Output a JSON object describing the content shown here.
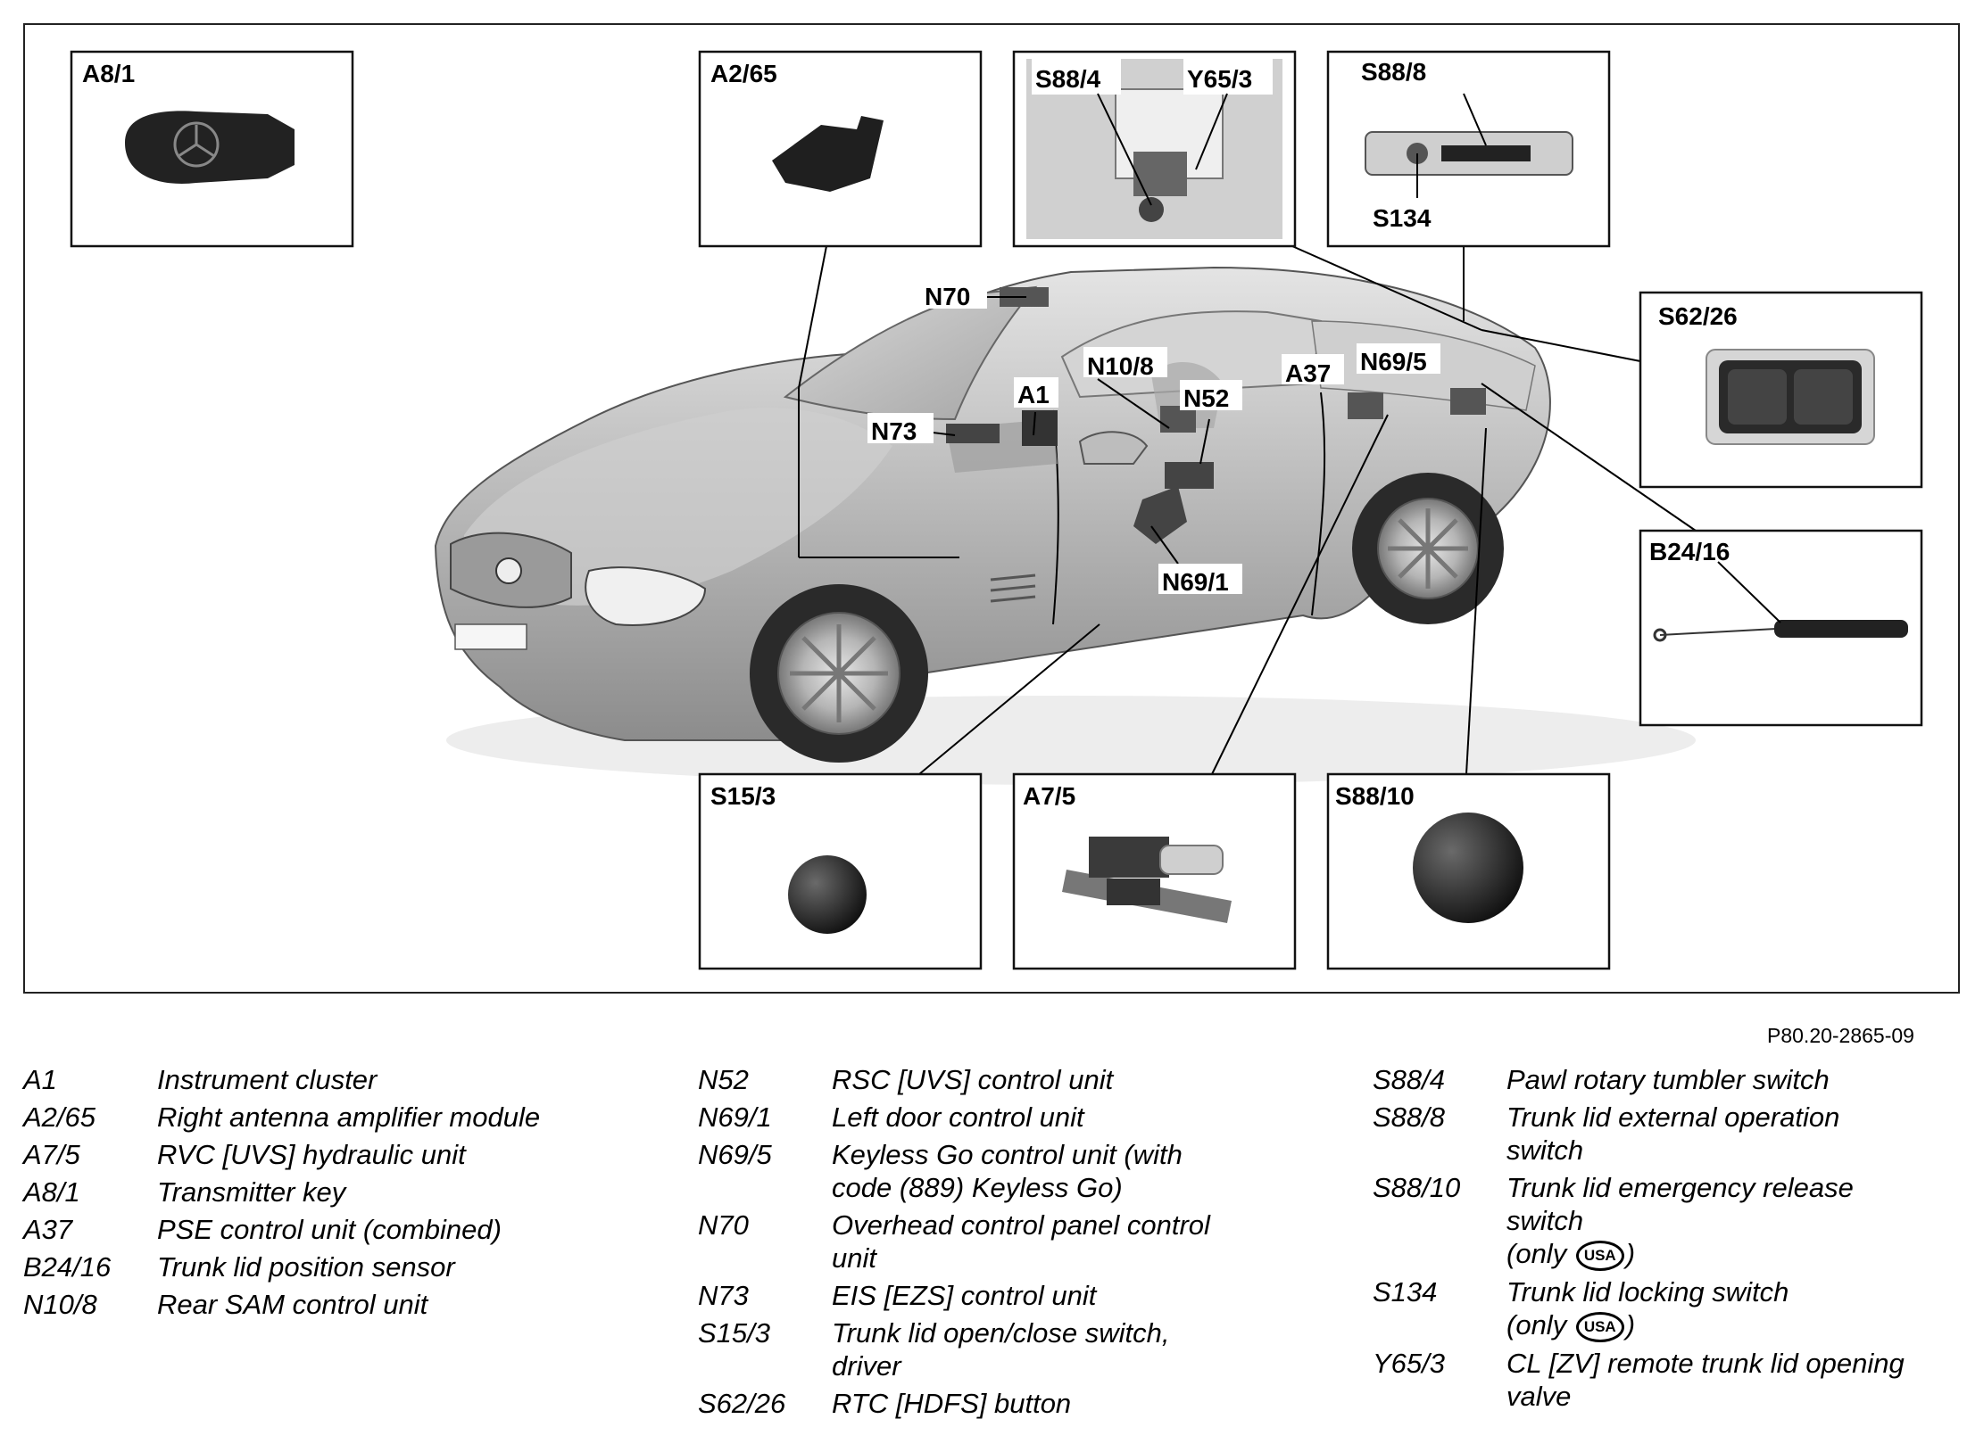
{
  "figure_ref": "P80.20-2865-09",
  "detail_labels": {
    "a8_1": "A8/1",
    "a2_65": "A2/65",
    "s88_4": "S88/4",
    "y65_3": "Y65/3",
    "s88_8": "S88/8",
    "s134": "S134",
    "s62_26": "S62/26",
    "b24_16": "B24/16",
    "s15_3": "S15/3",
    "a7_5": "A7/5",
    "s88_10": "S88/10"
  },
  "car_labels": {
    "n70": "N70",
    "n10_8": "N10/8",
    "a37": "A37",
    "n69_5": "N69/5",
    "a1": "A1",
    "n52": "N52",
    "n73": "N73",
    "n69_1": "N69/1"
  },
  "legend": {
    "col1": [
      {
        "code": "A1",
        "lines": [
          "Instrument cluster"
        ]
      },
      {
        "code": "A2/65",
        "lines": [
          "Right antenna amplifier module"
        ]
      },
      {
        "code": "A7/5",
        "lines": [
          "RVC [UVS] hydraulic unit"
        ]
      },
      {
        "code": "A8/1",
        "lines": [
          "Transmitter key"
        ]
      },
      {
        "code": "A37",
        "lines": [
          "PSE control unit (combined)"
        ]
      },
      {
        "code": "B24/16",
        "lines": [
          "Trunk lid position sensor"
        ]
      },
      {
        "code": "N10/8",
        "lines": [
          "Rear SAM control unit"
        ]
      }
    ],
    "col2": [
      {
        "code": "N52",
        "lines": [
          "RSC [UVS] control unit"
        ]
      },
      {
        "code": "N69/1",
        "lines": [
          "Left door control unit"
        ]
      },
      {
        "code": "N69/5",
        "lines": [
          "Keyless Go control unit (with",
          "code (889) Keyless Go)"
        ]
      },
      {
        "code": "N70",
        "lines": [
          "Overhead control panel control",
          "unit"
        ]
      },
      {
        "code": "N73",
        "lines": [
          "EIS [EZS] control unit"
        ]
      },
      {
        "code": "S15/3",
        "lines": [
          "Trunk lid open/close switch,",
          "driver"
        ]
      },
      {
        "code": "S62/26",
        "lines": [
          "RTC [HDFS] button"
        ]
      }
    ],
    "col3": [
      {
        "code": "S88/4",
        "lines": [
          "Pawl rotary tumbler switch"
        ]
      },
      {
        "code": "S88/8",
        "lines": [
          "Trunk lid external operation",
          "switch"
        ]
      },
      {
        "code": "S88/10",
        "lines": [
          "Trunk lid emergency release",
          "switch"
        ],
        "note_prefix": "(only",
        "note_suffix": ")"
      },
      {
        "code": "S134",
        "lines": [
          "Trunk lid locking switch"
        ],
        "note_prefix": "(only",
        "note_suffix": ")"
      },
      {
        "code": "Y65/3",
        "lines": [
          "CL [ZV] remote trunk lid opening",
          "valve"
        ]
      }
    ]
  },
  "usa_badge": "USA"
}
